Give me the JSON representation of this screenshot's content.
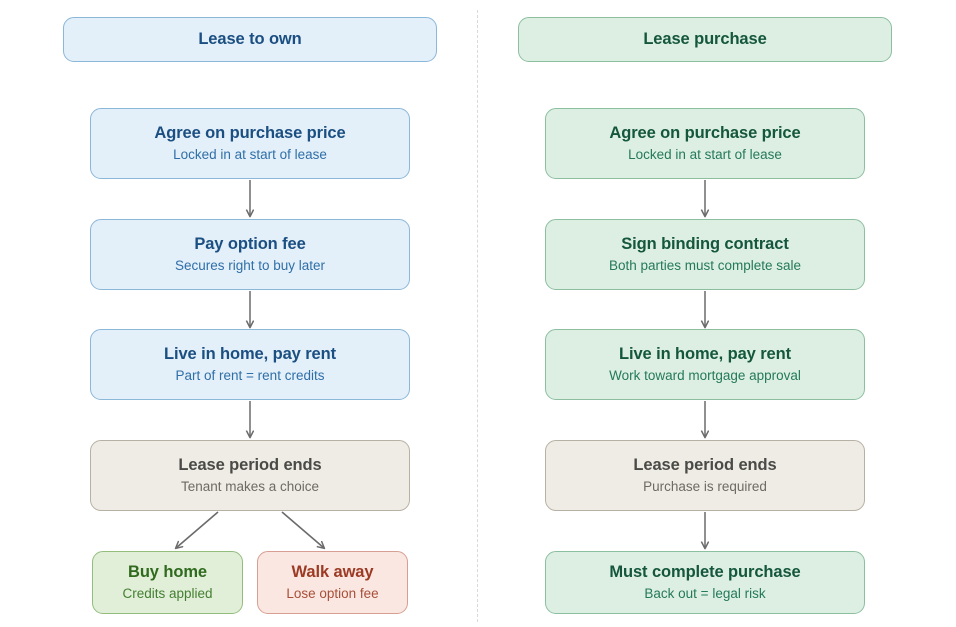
{
  "diagram": {
    "title_left": "Lease to own",
    "title_right": "Lease purchase",
    "divider": "vertical-dashed-separator",
    "accent_blue": "#1b4f82",
    "accent_green": "#14573c",
    "accent_neutral": "#4a4a46",
    "accent_leafgreen": "#2f6a1e",
    "accent_red": "#9c3a24",
    "arrow_color": "#6b6b6b"
  },
  "left_column": {
    "header": "Lease to own",
    "steps": [
      {
        "title": "Agree on purchase price",
        "sub": "Locked in at start of lease"
      },
      {
        "title": "Pay option fee",
        "sub": "Secures right to buy later"
      },
      {
        "title": "Live in home, pay rent",
        "sub": "Part of rent = rent credits"
      },
      {
        "title": "Lease period ends",
        "sub": "Tenant makes a choice"
      }
    ],
    "outcomes": [
      {
        "title": "Buy home",
        "sub": "Credits applied"
      },
      {
        "title": "Walk away",
        "sub": "Lose option fee"
      }
    ]
  },
  "right_column": {
    "header": "Lease purchase",
    "steps": [
      {
        "title": "Agree on purchase price",
        "sub": "Locked in at start of lease"
      },
      {
        "title": "Sign binding contract",
        "sub": "Both parties must complete sale"
      },
      {
        "title": "Live in home, pay rent",
        "sub": "Work toward mortgage approval"
      },
      {
        "title": "Lease period ends",
        "sub": "Purchase is required"
      },
      {
        "title": "Must complete purchase",
        "sub": "Back out = legal risk"
      }
    ]
  }
}
